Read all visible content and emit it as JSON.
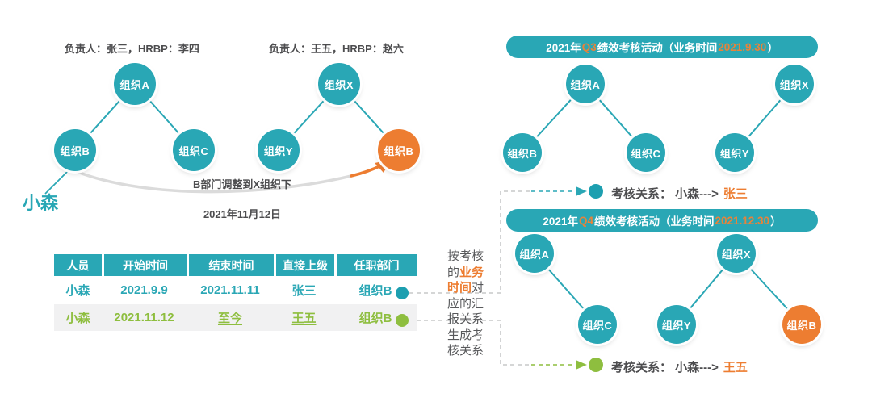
{
  "colors": {
    "teal": "#29a7b5",
    "orange": "#ed7d31",
    "green": "#8ebe3f",
    "dark_text": "#4d4d4f",
    "row_alt_bg": "#f1f1f2",
    "dash_gray": "#c7c8c9"
  },
  "left_diagram": {
    "caption_a": "负责人：张三，HRBP：李四",
    "caption_b": "负责人：王五，HRBP：赵六",
    "tree_a": {
      "root": "组织A",
      "child_left": "组织B",
      "child_right": "组织C"
    },
    "tree_b": {
      "root": "组织X",
      "child_left": "组织Y",
      "child_right": "组织B"
    },
    "person": "小森",
    "move_note": "B部门调整到X组织下",
    "move_date": "2021年11月12日"
  },
  "table": {
    "headers": [
      "人员",
      "开始时间",
      "结束时间",
      "直接上级",
      "任职部门"
    ],
    "rows": [
      {
        "person": "小森",
        "start": "2021.9.9",
        "end": "2021.11.11",
        "manager": "张三",
        "department": "组织B"
      },
      {
        "person": "小森",
        "start": "2021.11.12",
        "end": "至今",
        "manager": "王五",
        "department": "组织B"
      }
    ]
  },
  "note": {
    "pre": "按考核的",
    "highlight": "业务时间",
    "post": "对应的汇报关系生成考核关系"
  },
  "panel_q3": {
    "title_prefix": "2021年",
    "quarter": "Q3",
    "title_mid": "绩效考核活动（业务时间",
    "date": "2021.9.30",
    "title_suffix": "）",
    "nodes": {
      "a": "组织A",
      "b": "组织B",
      "c": "组织C",
      "x": "组织X",
      "y": "组织Y"
    },
    "relation_label": "考核关系： 小森--->",
    "relation_target": "张三"
  },
  "panel_q4": {
    "title_prefix": "2021年",
    "quarter": "Q4",
    "title_mid": "绩效考核活动（业务时间",
    "date": "2021.12.30",
    "title_suffix": "）",
    "nodes": {
      "a": "组织A",
      "c": "组织C",
      "x": "组织X",
      "y": "组织Y",
      "b": "组织B"
    },
    "relation_label": "考核关系： 小森--->",
    "relation_target": "王五"
  }
}
